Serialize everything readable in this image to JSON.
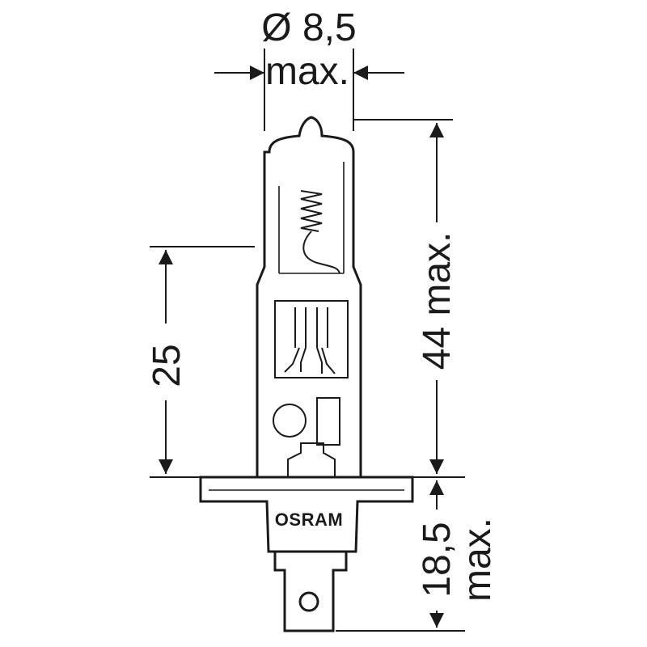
{
  "drawing": {
    "brand_label": "OSRAM",
    "dimensions": {
      "diameter": {
        "value": "Ø 8,5",
        "note": "max."
      },
      "height_total": {
        "value": "44 max."
      },
      "height_lower": {
        "value": "25"
      },
      "base_length": {
        "value": "18,5",
        "note": "max."
      }
    }
  }
}
